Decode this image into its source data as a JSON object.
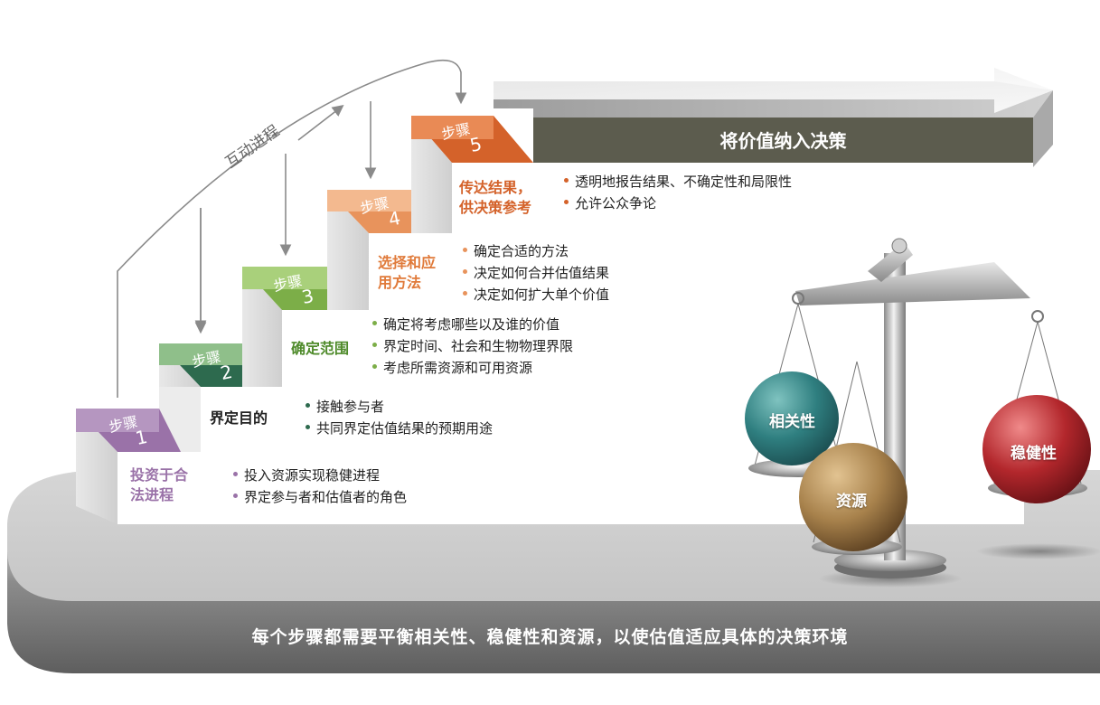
{
  "process_label": "互动进程",
  "arrow_title": "将价值纳入决策",
  "footer": "每个步骤都需要平衡相关性、稳健性和资源，以使估值适应具体的决策环境",
  "step_word": "步骤",
  "steps": [
    {
      "num": "1",
      "title_lines": [
        "投资于合",
        "法进程"
      ],
      "color": "#9a72a8",
      "bullets": [
        "投入资源实现稳健进程",
        "界定参与者和估值者的角色"
      ]
    },
    {
      "num": "2",
      "title_lines": [
        "界定目的"
      ],
      "color": "#2d6a4e",
      "bullets": [
        "接触参与者",
        "共同界定估值结果的预期用途"
      ]
    },
    {
      "num": "3",
      "title_lines": [
        "确定范围"
      ],
      "color": "#7cae48",
      "bullets": [
        "确定将考虑哪些以及谁的价值",
        "界定时间、社会和生物物理界限",
        "考虑所需资源和可用资源"
      ]
    },
    {
      "num": "4",
      "title_lines": [
        "选择和应",
        "用方法"
      ],
      "color": "#e8935c",
      "bullets": [
        "确定合适的方法",
        "决定如何合并估值结果",
        "决定如何扩大单个价值"
      ]
    },
    {
      "num": "5",
      "title_lines": [
        "传达结果，",
        "供决策参考"
      ],
      "color": "#d4622a",
      "bullets": [
        "透明地报告结果、不确定性和局限性",
        "允许公众争论"
      ]
    }
  ],
  "balls": [
    "相关性",
    "资源",
    "稳健性"
  ],
  "colors": {
    "step1": "#9a72a8",
    "step2": "#2d6a4e",
    "step3": "#7cae48",
    "step4": "#e8935c",
    "step5": "#d4622a",
    "banner": "#5c5c4e"
  }
}
